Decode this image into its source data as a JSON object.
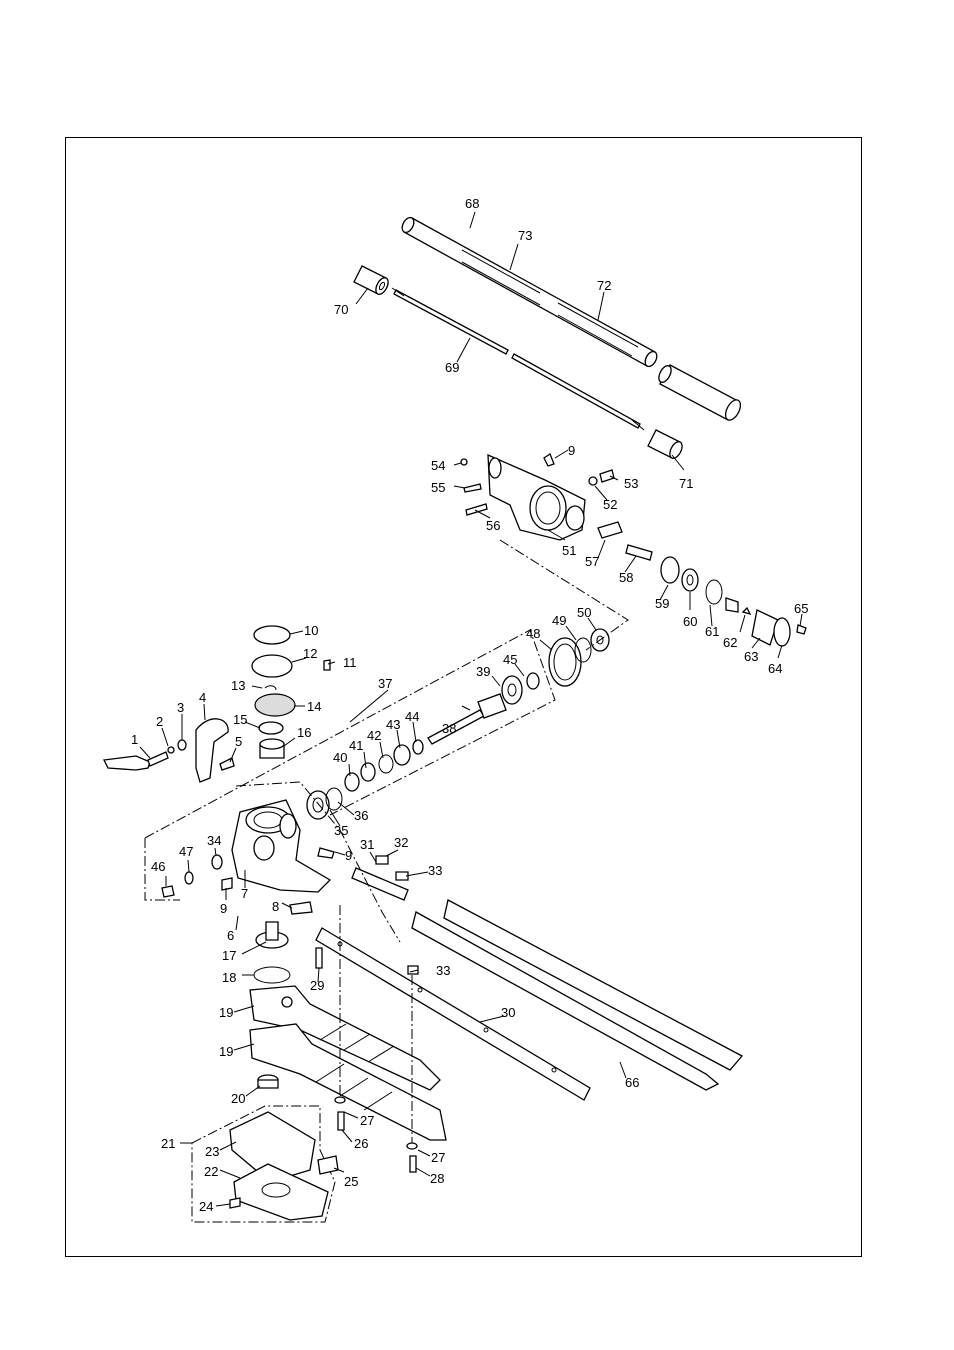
{
  "labels": [
    "1",
    "2",
    "3",
    "4",
    "5",
    "6",
    "7",
    "8",
    "9",
    "10",
    "11",
    "12",
    "13",
    "14",
    "15",
    "16",
    "17",
    "18",
    "19",
    "20",
    "21",
    "22",
    "23",
    "24",
    "25",
    "26",
    "27",
    "28",
    "29",
    "30",
    "31",
    "32",
    "33",
    "34",
    "35",
    "36",
    "37",
    "38",
    "39",
    "40",
    "41",
    "42",
    "43",
    "44",
    "45",
    "46",
    "47",
    "48",
    "49",
    "50",
    "51",
    "52",
    "53",
    "54",
    "55",
    "56",
    "57",
    "58",
    "59",
    "60",
    "61",
    "62",
    "63",
    "64",
    "65",
    "66",
    "68",
    "69",
    "70",
    "71",
    "72",
    "73"
  ],
  "extra_labels": [
    "9",
    "9",
    "19",
    "27",
    "33"
  ]
}
